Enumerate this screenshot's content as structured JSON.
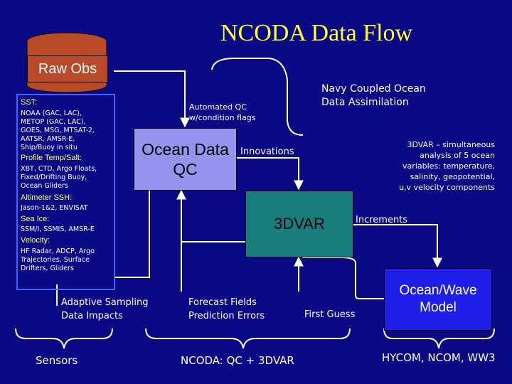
{
  "title": "NCODA Data Flow",
  "raw_obs": "Raw Obs",
  "sensors": [
    {
      "head": "SST:",
      "lines": [
        "NOAA (GAC, LAC),",
        "METOP (GAC, LAC),",
        "GOES, MSG, MTSAT-2,",
        "AATSR, AMSR-E,",
        "Ship/Buoy in situ"
      ]
    },
    {
      "head": "Profile Temp/Salt:",
      "lines": [
        "XBT, CTD, Argo Floats,",
        "Fixed/Drifting Buoy,",
        "Ocean Gliders"
      ]
    },
    {
      "head": "Altimeter SSH:",
      "lines": [
        "Jason-1&2, ENVISAT"
      ]
    },
    {
      "head": "Sea Ice:",
      "lines": [
        "SSM/I, SSMIS, AMSR-E"
      ]
    },
    {
      "head": "Velocity:",
      "lines": [
        "HF Radar, ADCP, Argo",
        "Trajectories, Surface",
        "Drifters, Gliders"
      ]
    }
  ],
  "qc_box": {
    "line1": "Ocean Data",
    "line2": "QC"
  },
  "dvar_box": "3DVAR",
  "model_box": {
    "line1": "Ocean/Wave",
    "line2": "Model"
  },
  "labels": {
    "automated_qc": [
      "Automated QC",
      "w/condition flags"
    ],
    "navy_coupled": [
      "Navy Coupled Ocean",
      "Data Assimilation"
    ],
    "innovations": "Innovations",
    "increments": "Increments",
    "dvar_desc": [
      "3DVAR – simultaneous",
      "analysis of 5 ocean",
      "variables: temperature,",
      "salinity, geopotential,",
      "u,v velocity components"
    ],
    "adaptive": [
      "Adaptive Sampling",
      "Data Impacts"
    ],
    "forecast": [
      "Forecast Fields",
      "Prediction Errors"
    ],
    "first_guess": "First Guess",
    "sensors_caption": "Sensors",
    "ncoda_caption": "NCODA: QC + 3DVAR",
    "models_caption": "HYCOM, NCOM, WW3"
  },
  "colors": {
    "background": "#0a0a86",
    "title": "#ffff33",
    "raw_obs": "#b84a2a",
    "qc": "#9494ee",
    "dvar": "#1a7d7d",
    "model": "#1e1ee8",
    "sensor_head": "#ffff66"
  }
}
